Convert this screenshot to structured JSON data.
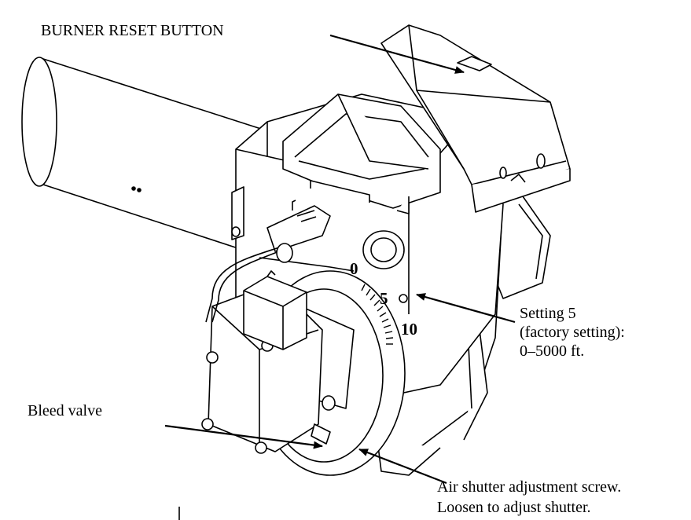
{
  "labels": {
    "reset_button": "BURNER RESET BUTTON",
    "setting_line1": "Setting 5",
    "setting_line2": "(factory setting):",
    "setting_line3": "0–5000 ft.",
    "bleed_valve": "Bleed valve",
    "air_shutter_line1": "Air shutter adjustment screw.",
    "air_shutter_line2": "Loosen to adjust shutter."
  },
  "dial": {
    "mark_0": "0",
    "mark_5": "5",
    "mark_10": "10"
  },
  "colors": {
    "line": "#000000",
    "background": "#ffffff"
  }
}
